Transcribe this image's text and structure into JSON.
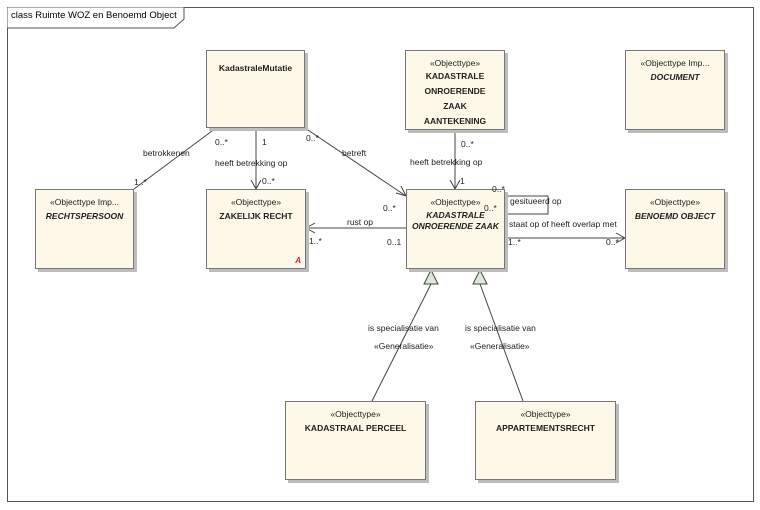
{
  "frame": {
    "title": "class Ruimte WOZ en Benoemd Object"
  },
  "classes": {
    "kadastrale_mutatie": {
      "stereotype": "",
      "name": "KadastraleMutatie"
    },
    "kadastrale_aantekening": {
      "stereotype": "«Objecttype»",
      "name": "KADASTRALE ONROERENDE ZAAK AANTEKENING"
    },
    "document": {
      "stereotype": "«Objecttype Imp...",
      "name": "DOCUMENT"
    },
    "rechtspersoon": {
      "stereotype": "«Objecttype Imp...",
      "name": "RECHTSPERSOON"
    },
    "zakelijk_recht": {
      "stereotype": "«Objecttype»",
      "name": "ZAKELIJK RECHT",
      "abstract_marker": "A"
    },
    "kadastrale_onroerende_zaak": {
      "stereotype": "«Objecttype»",
      "name": "KADASTRALE ONROERENDE ZAAK"
    },
    "benoemd_object": {
      "stereotype": "«Objecttype»",
      "name": "BENOEMD OBJECT"
    },
    "kadastraal_perceel": {
      "stereotype": "«Objecttype»",
      "name": "KADASTRAAL PERCEEL"
    },
    "appartementsrecht": {
      "stereotype": "«Objecttype»",
      "name": "APPARTEMENTSRECHT"
    }
  },
  "associations": {
    "betrokkenen": {
      "name": "betrokkenen",
      "source_mult": "0..*",
      "target_mult": "1..*"
    },
    "heeft_betrekking_op_zr": {
      "name": "heeft betrekking op",
      "source_mult": "1",
      "target_mult": "0..*"
    },
    "betreft": {
      "name": "betreft",
      "source_mult": "0..*",
      "target_mult": "0..*"
    },
    "heeft_betrekking_op_koz": {
      "name": "heeft betrekking op",
      "source_mult": "0..*",
      "target_mult": "1"
    },
    "rust_op": {
      "name": "rust op",
      "source_mult": "1..*",
      "target_mult": "0..1"
    },
    "gesitueerd_op": {
      "name": "gesitueerd op",
      "source_mult": "0..*",
      "target_mult": "0..*"
    },
    "staat_op": {
      "name": "staat op of heeft overlap met",
      "source_mult": "1..*",
      "target_mult": "0..*"
    },
    "specialisatie_perceel": {
      "name": "is specialisatie van",
      "stereotype": "«Generalisatie»"
    },
    "specialisatie_appartement": {
      "name": "is specialisatie van",
      "stereotype": "«Generalisatie»"
    }
  }
}
